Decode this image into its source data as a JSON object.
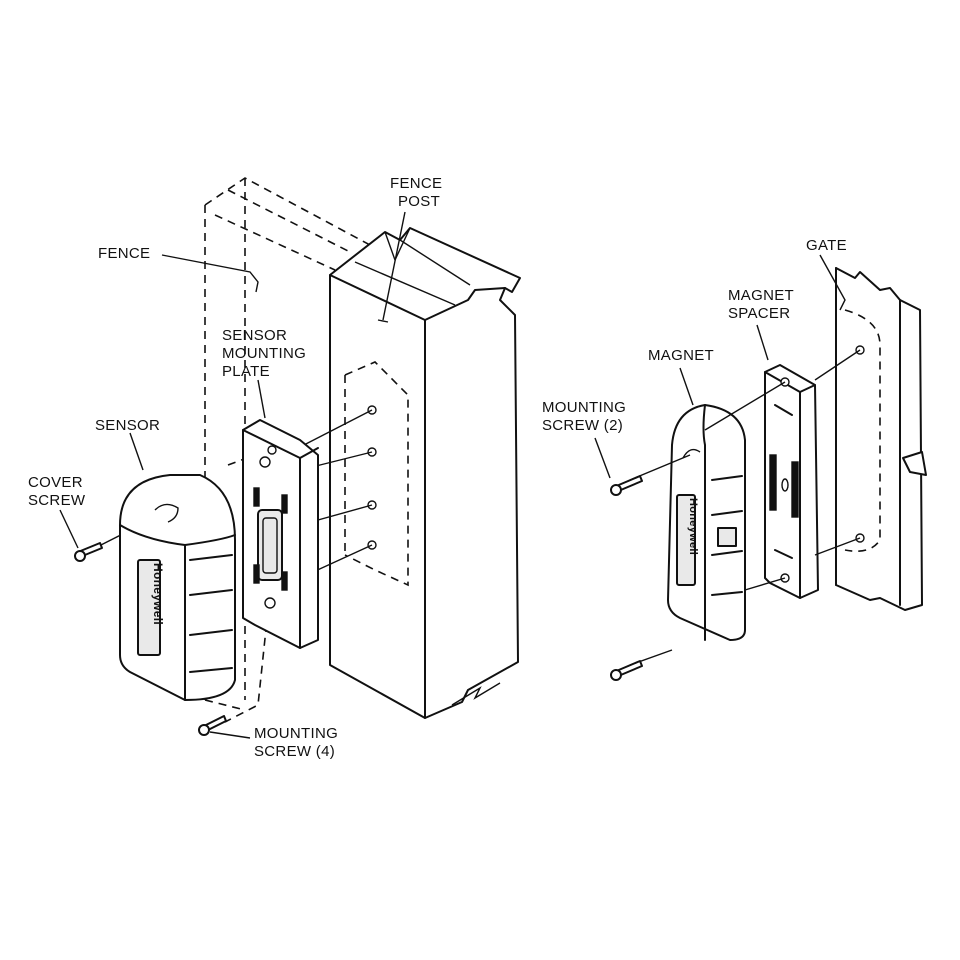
{
  "labels": {
    "fence_post": [
      "FENCE",
      "POST"
    ],
    "fence": "FENCE",
    "sensor_mounting_plate": [
      "SENSOR",
      "MOUNTING",
      "PLATE"
    ],
    "sensor": "SENSOR",
    "cover_screw": [
      "COVER",
      "SCREW"
    ],
    "mounting_screw_4": [
      "MOUNTING",
      "SCREW (4)"
    ],
    "gate": "GATE",
    "magnet_spacer": [
      "MAGNET",
      "SPACER"
    ],
    "magnet": "MAGNET",
    "mounting_screw_2": [
      "MOUNTING",
      "SCREW (2)"
    ]
  },
  "brand": "Honeywell"
}
